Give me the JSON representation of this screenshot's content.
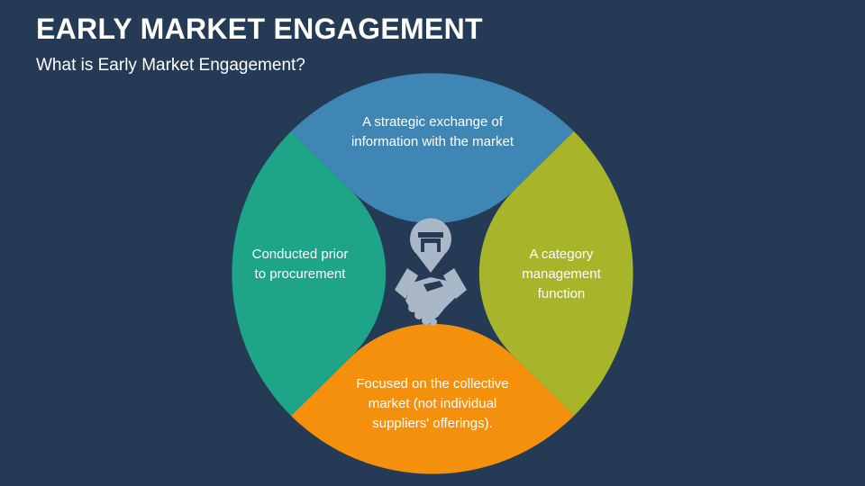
{
  "header": {
    "title": "EARLY MARKET ENGAGEMENT",
    "subtitle": "What is Early Market Engagement?"
  },
  "diagram": {
    "segments": [
      {
        "position": "top",
        "text": "A strategic exchange of information with the market",
        "color": "#3f86b4"
      },
      {
        "position": "right",
        "text": "A category management function",
        "color": "#a8b52a"
      },
      {
        "position": "bottom",
        "text": "Focused on the collective market (not individual suppliers' offerings).",
        "color": "#f5900d"
      },
      {
        "position": "left",
        "text": "Conducted prior to procurement",
        "color": "#1ea487"
      }
    ],
    "center_icon": "handshake-with-store-pin-icon",
    "icon_color": "#a9b7c6"
  }
}
